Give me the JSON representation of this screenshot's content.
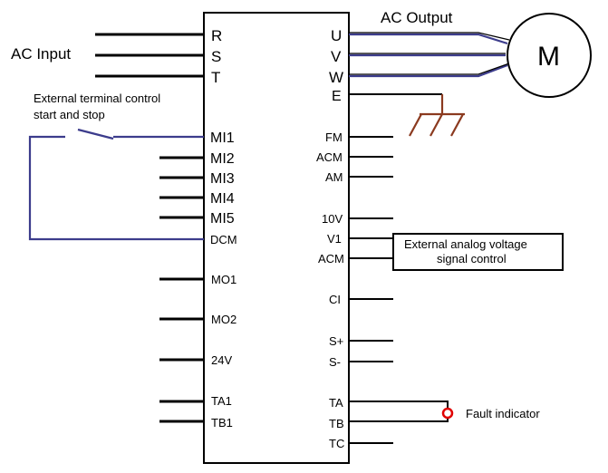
{
  "input_label": "AC Input",
  "output_label": "AC Output",
  "motor_label": "M",
  "switch_note_line1": "External terminal control",
  "switch_note_line2": "start and stop",
  "analog_note_line1": "External analog voltage",
  "analog_note_line2": "signal control",
  "fault_label": "Fault indicator",
  "left_terminals": {
    "R": "R",
    "S": "S",
    "T": "T",
    "MI1": "MI1",
    "MI2": "MI2",
    "MI3": "MI3",
    "MI4": "MI4",
    "MI5": "MI5",
    "DCM": "DCM",
    "MO1": "MO1",
    "MO2": "MO2",
    "V24": "24V",
    "TA1": "TA1",
    "TB1": "TB1"
  },
  "right_terminals": {
    "U": "U",
    "V": "V",
    "W": "W",
    "E": "E",
    "FM": "FM",
    "ACM1": "ACM",
    "AM": "AM",
    "V10": "10V",
    "V1": "V1",
    "ACM2": "ACM",
    "CI": "CI",
    "Splus": "S+",
    "Sminus": "S-",
    "TA": "TA",
    "TB": "TB",
    "TC": "TC"
  },
  "colors": {
    "control_wire": "#3c3c8c",
    "ground_wire": "#8b3a1f",
    "fault_indicator": "#e00000"
  }
}
